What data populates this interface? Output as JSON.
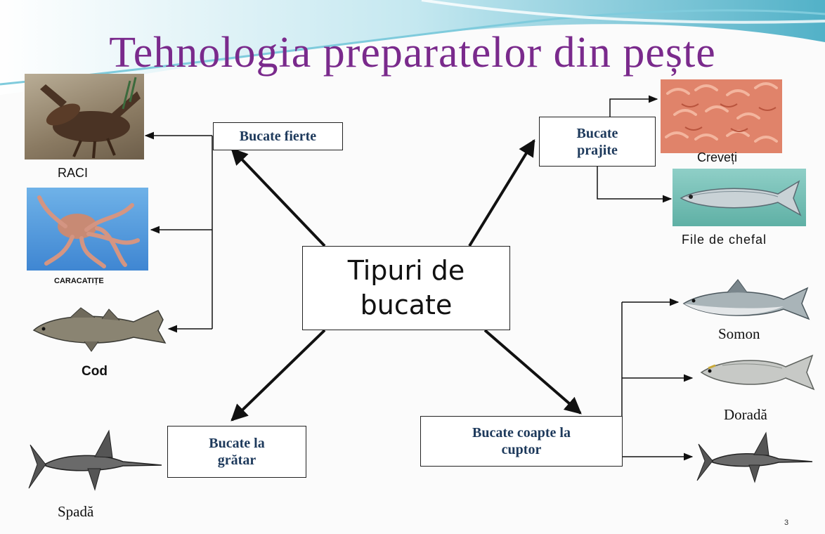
{
  "slide": {
    "title": "Tehnologia preparatelor din pește",
    "page_number": "3"
  },
  "center_node": "Tipuri de\nbucate",
  "categories": {
    "boiled": "Bucate fierte",
    "fried": "Bucate\nprajite",
    "grilled": "Bucate la\ngrătar",
    "baked": "Bucate coapte  la\ncuptor"
  },
  "items": {
    "raci": "RACI",
    "caracatite": "CARACATIȚE",
    "cod": "Cod",
    "spada": "Spadă",
    "creveti": "Creveți",
    "chefal": "File de chefal",
    "somon": "Somon",
    "dorada": "Doradă"
  },
  "colors": {
    "title": "#7a2a8c",
    "category_text": "#1e3a5c",
    "swoosh": "#4fb3c9"
  }
}
